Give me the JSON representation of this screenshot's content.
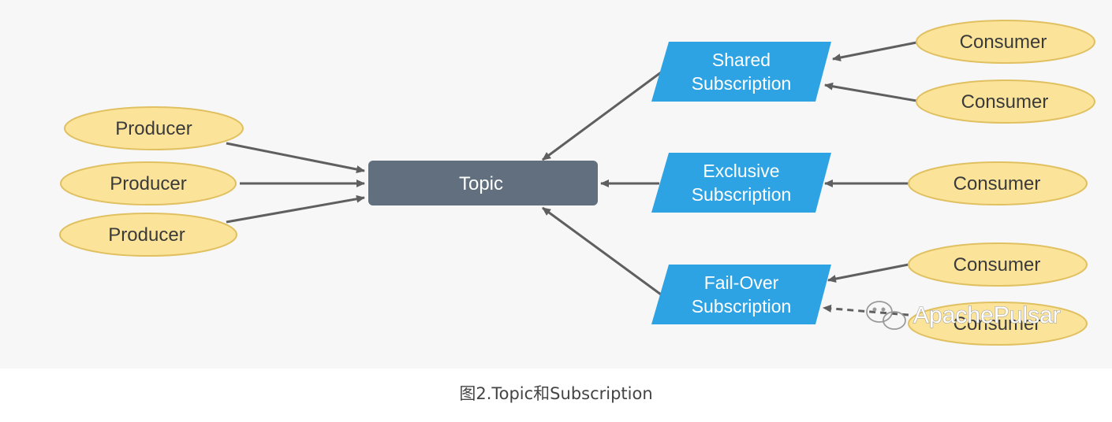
{
  "diagram": {
    "topic": "Topic",
    "producers": [
      "Producer",
      "Producer",
      "Producer"
    ],
    "subscriptions": [
      {
        "line1": "Shared",
        "line2": "Subscription"
      },
      {
        "line1": "Exclusive",
        "line2": "Subscription"
      },
      {
        "line1": "Fail-Over",
        "line2": "Subscription"
      }
    ],
    "consumers": [
      "Consumer",
      "Consumer",
      "Consumer",
      "Consumer",
      "Consumer"
    ],
    "watermark": "ApachePulsar"
  },
  "caption": "图2.Topic和Subscription",
  "colors": {
    "ellipse_fill": "#fbe49a",
    "ellipse_stroke": "#e0c060",
    "topic_fill": "#616f7e",
    "subscription_fill": "#2ea3e3",
    "arrow": "#5f5f5f"
  }
}
